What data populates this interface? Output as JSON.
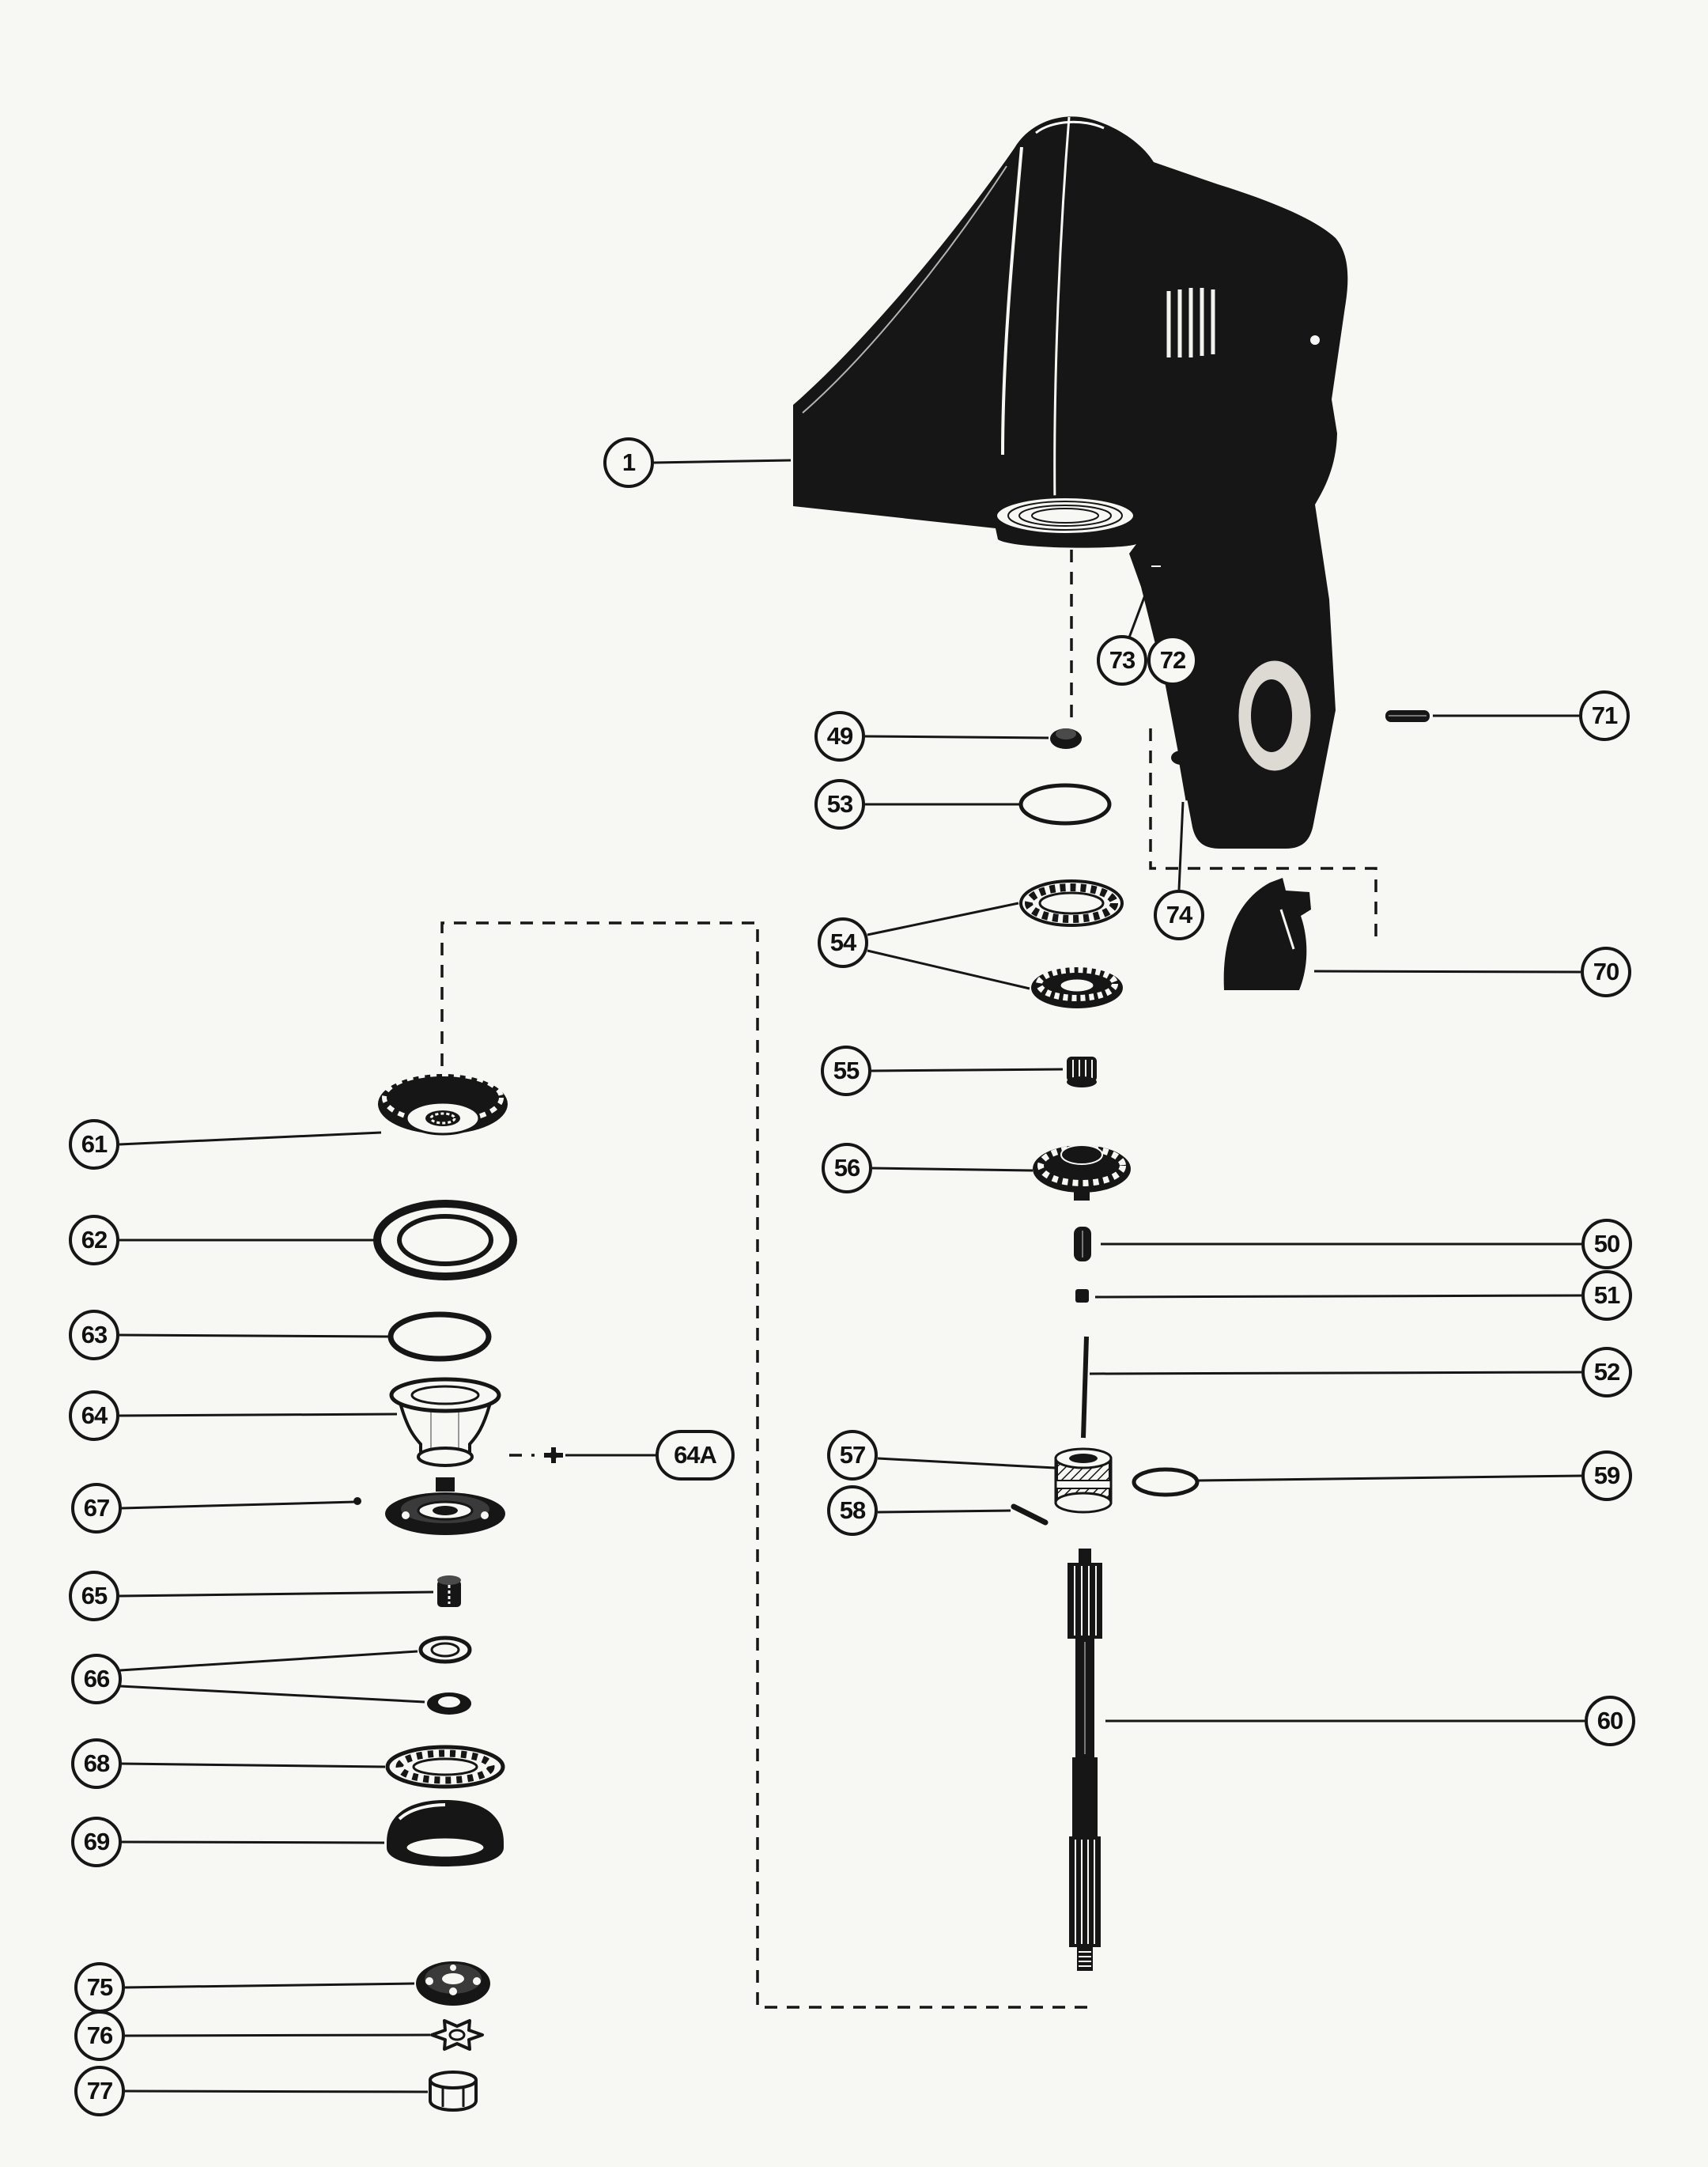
{
  "colors": {
    "ink": "#161616",
    "paper": "#f7f7f4"
  },
  "callouts": [
    {
      "label": "1"
    },
    {
      "label": "73"
    },
    {
      "label": "72"
    },
    {
      "label": "71"
    },
    {
      "label": "49"
    },
    {
      "label": "53"
    },
    {
      "label": "54"
    },
    {
      "label": "74"
    },
    {
      "label": "70"
    },
    {
      "label": "55"
    },
    {
      "label": "56"
    },
    {
      "label": "50"
    },
    {
      "label": "51"
    },
    {
      "label": "52"
    },
    {
      "label": "57"
    },
    {
      "label": "58"
    },
    {
      "label": "59"
    },
    {
      "label": "60"
    },
    {
      "label": "61"
    },
    {
      "label": "62"
    },
    {
      "label": "63"
    },
    {
      "label": "64"
    },
    {
      "label": "64A"
    },
    {
      "label": "67"
    },
    {
      "label": "65"
    },
    {
      "label": "66"
    },
    {
      "label": "68"
    },
    {
      "label": "69"
    },
    {
      "label": "75"
    },
    {
      "label": "76"
    },
    {
      "label": "77"
    }
  ]
}
